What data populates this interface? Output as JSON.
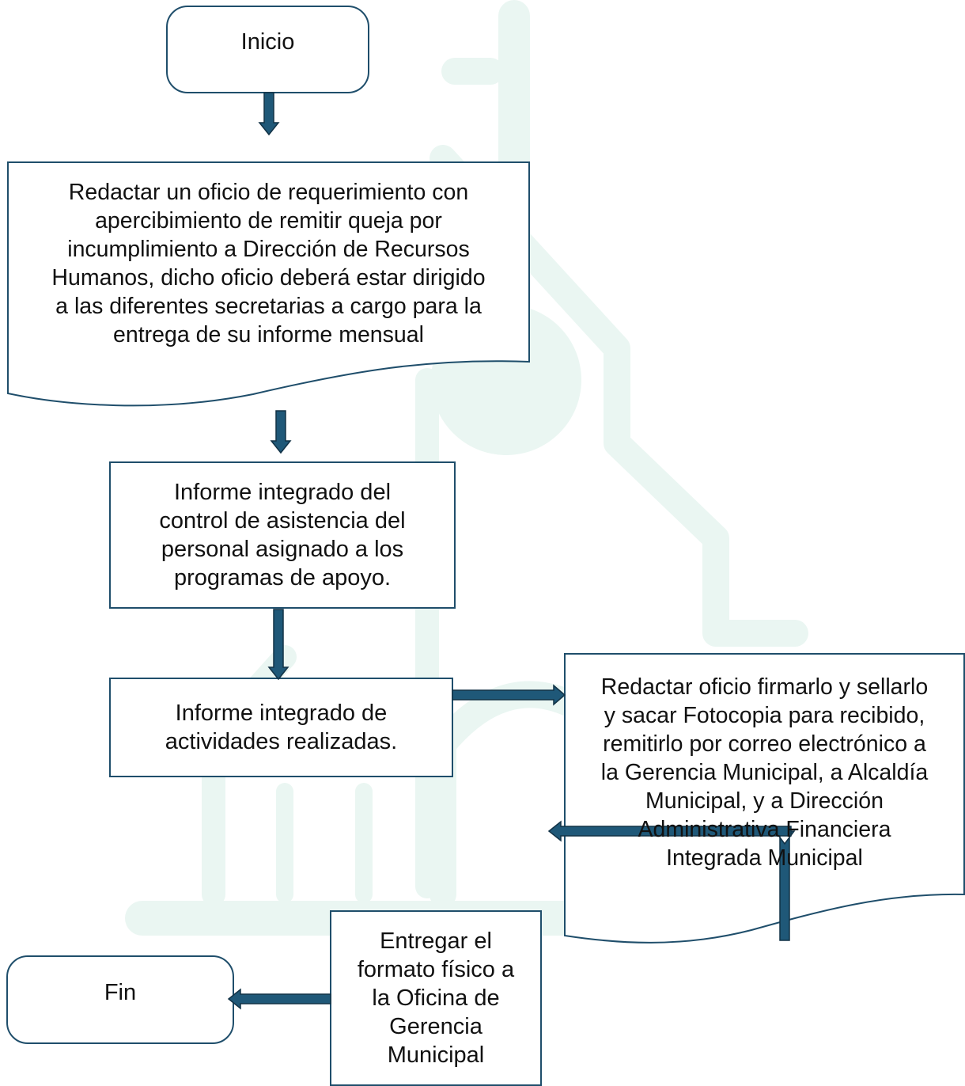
{
  "colors": {
    "border": "#1f4e6b",
    "arrow_fill": "#1f5878",
    "arrow_stroke": "#123246",
    "watermark": "#e9f5f1",
    "text": "#111111"
  },
  "nodes": {
    "inicio": "Inicio",
    "redactar_oficio": "Redactar un oficio de requerimiento con\napercibimiento de remitir queja por\nincumplimiento a Dirección de Recursos\nHumanos, dicho oficio deberá estar dirigido\na las diferentes secretarias a cargo para la\nentrega de su informe mensual",
    "informe_asistencia": "Informe integrado del\ncontrol de asistencia del\npersonal asignado a los\nprogramas de apoyo.",
    "informe_actividades": "Informe integrado de\nactividades realizadas.",
    "redactar_oficio_firmar": "Redactar oficio firmarlo y sellarlo\ny sacar Fotocopia para recibido,\nremitirlo por correo electrónico a\nla Gerencia Municipal, a Alcaldía\nMunicipal, y a Dirección\nAdministrativa Financiera\nIntegrada Municipal",
    "entregar_formato": "Entregar el\nformato físico a\nla Oficina de\nGerencia\nMunicipal",
    "fin": "Fin"
  },
  "shapes": {
    "inicio": "terminator",
    "redactar_oficio": "document",
    "informe_asistencia": "process",
    "informe_actividades": "process",
    "redactar_oficio_firmar": "document",
    "entregar_formato": "process",
    "fin": "terminator"
  }
}
